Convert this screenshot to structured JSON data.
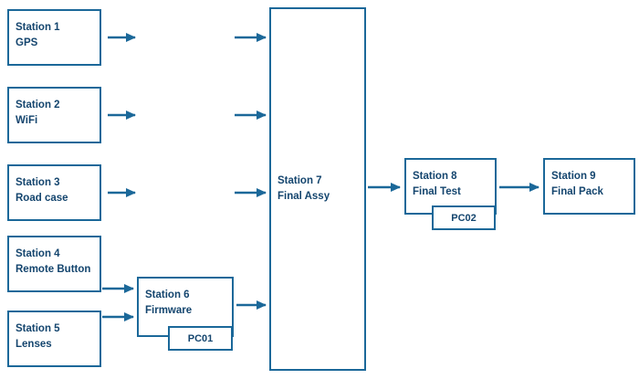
{
  "colors": {
    "accent": "#1b6899",
    "text": "#14456e",
    "bg": "#ffffff"
  },
  "nodes": {
    "station1": {
      "title": "Station 1",
      "subtitle": "GPS"
    },
    "station2": {
      "title": "Station 2",
      "subtitle": "WiFi"
    },
    "station3": {
      "title": "Station 3",
      "subtitle": "Road case"
    },
    "station4": {
      "title": "Station 4",
      "subtitle": "Remote Button"
    },
    "station5": {
      "title": "Station 5",
      "subtitle": "Lenses"
    },
    "station6": {
      "title": "Station 6",
      "subtitle": "Firmware"
    },
    "station7": {
      "title": "Station 7",
      "subtitle": "Final Assy"
    },
    "station8": {
      "title": "Station 8",
      "subtitle": "Final Test"
    },
    "station9": {
      "title": "Station 9",
      "subtitle": "Final Pack"
    },
    "pc01": {
      "label": "PC01"
    },
    "pc02": {
      "label": "PC02"
    }
  },
  "edges": [
    {
      "from": "Station 1",
      "to": "Station 7"
    },
    {
      "from": "Station 2",
      "to": "Station 7"
    },
    {
      "from": "Station 3",
      "to": "Station 7"
    },
    {
      "from": "Station 4",
      "to": "Station 6"
    },
    {
      "from": "Station 5",
      "to": "Station 6"
    },
    {
      "from": "Station 6",
      "to": "Station 7"
    },
    {
      "from": "Station 7",
      "to": "Station 8"
    },
    {
      "from": "Station 8",
      "to": "Station 9"
    }
  ]
}
